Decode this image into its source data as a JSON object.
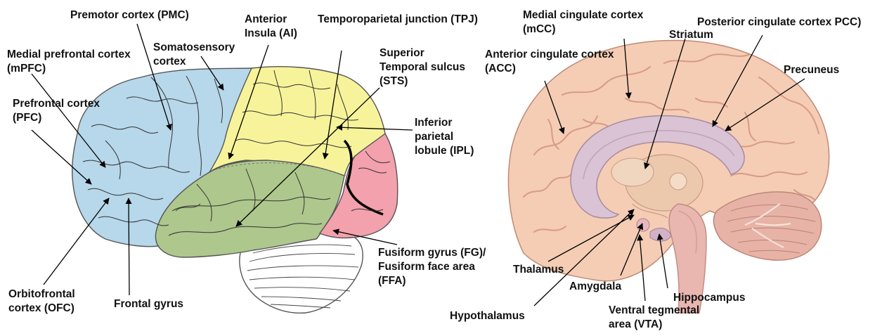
{
  "figure": {
    "left_panel": {
      "regions": [
        {
          "key": "frontal",
          "color": "#b7d7ea"
        },
        {
          "key": "parietal",
          "color": "#f7f39a"
        },
        {
          "key": "temporal",
          "color": "#aec78d"
        },
        {
          "key": "occipital",
          "color": "#f3a1ac"
        },
        {
          "key": "cerebellum",
          "color": "#ffffff"
        }
      ],
      "labels": {
        "pmc": "Premotor cortex (PMC)",
        "ai": "Anterior\nInsula (AI)",
        "tpj": "Temporoparietal junction (TPJ)",
        "mpfc": "Medial prefrontal cortex\n(mPFC)",
        "somato": "Somatosensory\ncortex",
        "sts": "Superior\nTemporal sulcus\n(STS)",
        "pfc": "Prefrontal cortex\n(PFC)",
        "ipl": "Inferior\nparietal\nlobule (IPL)",
        "fg": "Fusiform gyrus (FG)/\nFusiform face area\n(FFA)",
        "ofc": "Orbitofrontal\ncortex (OFC)",
        "frontal_gyrus": "Frontal gyrus"
      }
    },
    "right_panel": {
      "colors": {
        "cortex": "#f4cdb4",
        "fold": "#d89a86",
        "corpus": "#d9c3d4",
        "deep": "#ecc9ad"
      },
      "labels": {
        "mcc": "Medial cingulate cortex\n(mCC)",
        "pcc": "Posterior cingulate cortex PCC)",
        "striatum": "Striatum",
        "acc": "Anterior cingulate cortex\n(ACC)",
        "precuneus": "Precuneus",
        "thalamus": "Thalamus",
        "amygdala": "Amygdala",
        "hippocampus": "Hippocampus",
        "hypothalamus": "Hypothalamus",
        "vta": "Ventral tegmental\narea (VTA)"
      }
    }
  }
}
